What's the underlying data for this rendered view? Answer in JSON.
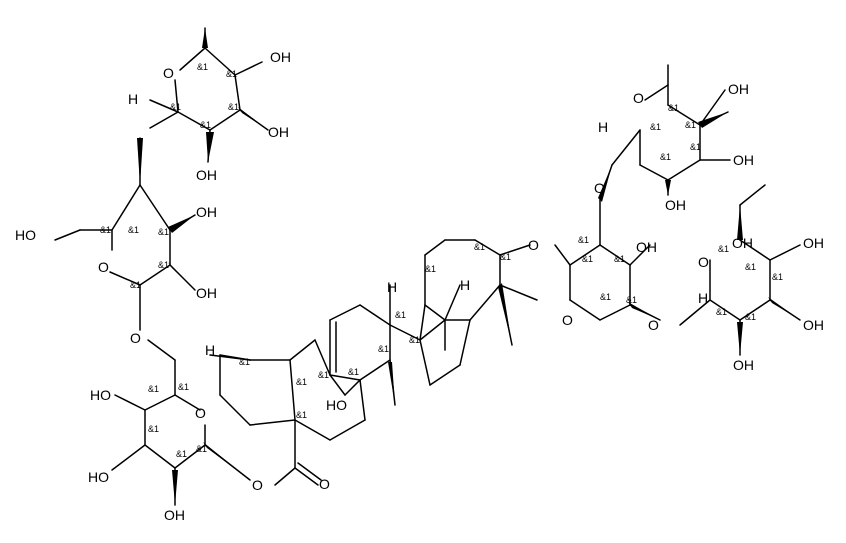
{
  "diagram": {
    "type": "chemical-structure",
    "atom_labels": {
      "oh": "OH",
      "ho": "HO",
      "o": "O",
      "h": "H"
    },
    "stereo_mark": "&1",
    "colors": {
      "ink": "#000000",
      "background": "#ffffff"
    }
  }
}
